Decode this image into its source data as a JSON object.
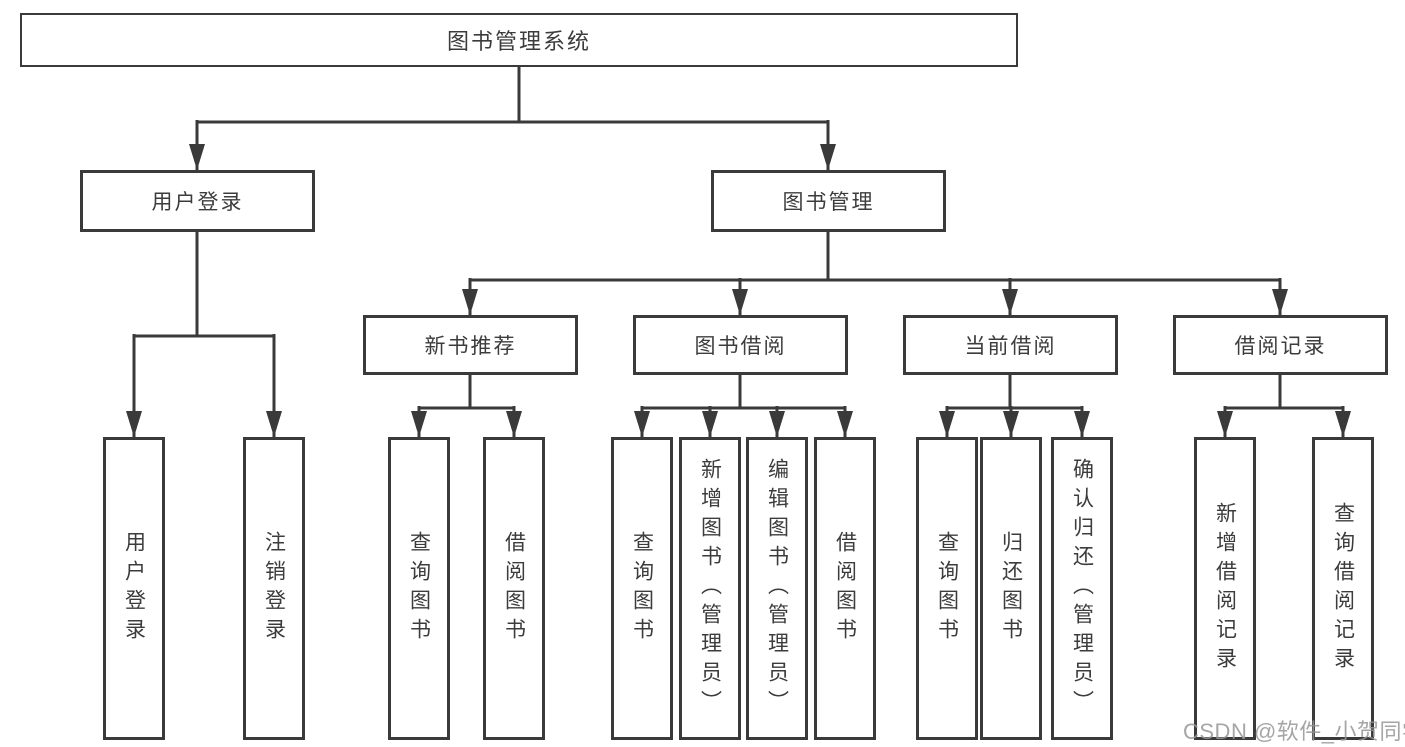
{
  "diagram": {
    "root": {
      "label": "图书管理系统",
      "children": [
        {
          "label": "用户登录",
          "children": [
            {
              "label": "用户登录"
            },
            {
              "label": "注销登录"
            }
          ]
        },
        {
          "label": "图书管理",
          "children": [
            {
              "label": "新书推荐",
              "children": [
                {
                  "label": "查询图书"
                },
                {
                  "label": "借阅图书"
                }
              ]
            },
            {
              "label": "图书借阅",
              "children": [
                {
                  "label": "查询图书"
                },
                {
                  "label": "新增图书（管理员）"
                },
                {
                  "label": "编辑图书（管理员）"
                },
                {
                  "label": "借阅图书"
                }
              ]
            },
            {
              "label": "当前借阅",
              "children": [
                {
                  "label": "查询图书"
                },
                {
                  "label": "归还图书"
                },
                {
                  "label": "确认归还（管理员）"
                }
              ]
            },
            {
              "label": "借阅记录",
              "children": [
                {
                  "label": "新增借阅记录"
                },
                {
                  "label": "查询借阅记录"
                }
              ]
            }
          ]
        }
      ]
    }
  },
  "watermark": {
    "text": "CSDN @软件_小贺同学"
  },
  "colors": {
    "line": "#3a3a3a",
    "text": "#3c3c3c",
    "watermark": "#969696",
    "background": "#ffffff"
  }
}
